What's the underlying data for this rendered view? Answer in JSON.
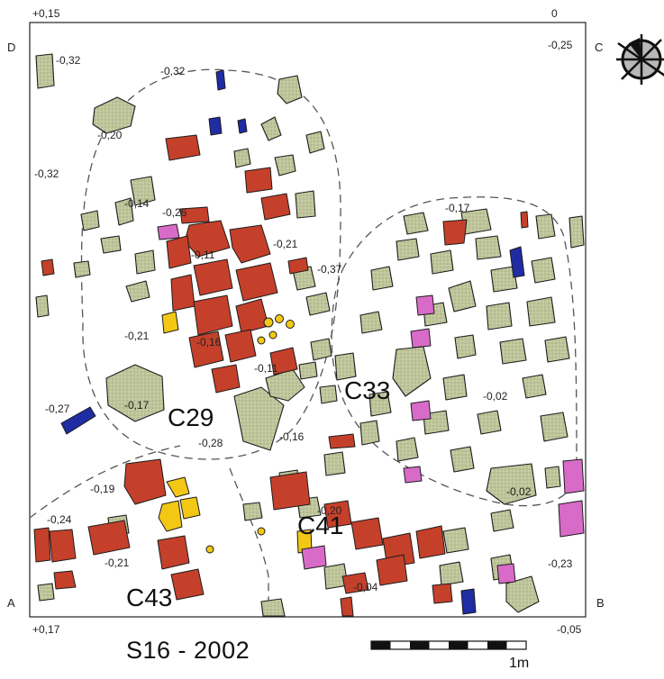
{
  "figure": {
    "title": "S16 - 2002",
    "corners": {
      "top_left": "D",
      "top_right": "C",
      "bottom_left": "A",
      "bottom_right": "B"
    },
    "corner_elevations": {
      "top_left": "+0,15",
      "top_right": "0",
      "bottom_left": "+0,17",
      "bottom_right": "-0,05"
    },
    "features": {
      "c29": "C29",
      "c33": "C33",
      "c41": "C41",
      "c43": "C43"
    },
    "scale_label": "1m",
    "elevations": {
      "e1": "-0,32",
      "e2": "-0,32",
      "e3": "-0,25",
      "e4": "-0,20",
      "e5": "-0,32",
      "e6": "-0,14",
      "e7": "-0,26",
      "e8": "-0,17",
      "e9": "-0,11",
      "e10": "-0,21",
      "e11": "-0,37",
      "e12": "-0,21",
      "e13": "-0,16",
      "e14": "-0,11",
      "e15": "-0,27",
      "e16": "-0,17",
      "e17": "-0,02",
      "e18": "-0,28",
      "e19": "-0,16",
      "e20": "-0,19",
      "e21": "-0,20",
      "e22": "-0,02",
      "e23": "-0,24",
      "e24": "-0,21",
      "e25": "-0,23",
      "e26": "-0,04"
    },
    "colors": {
      "stone": "#bfc59a",
      "stone_stroke": "#1c1c1c",
      "brick": "#c5402a",
      "yellow": "#f2c815",
      "blue": "#1f2ca3",
      "magenta": "#d96bc8",
      "dash": "#555555"
    }
  }
}
